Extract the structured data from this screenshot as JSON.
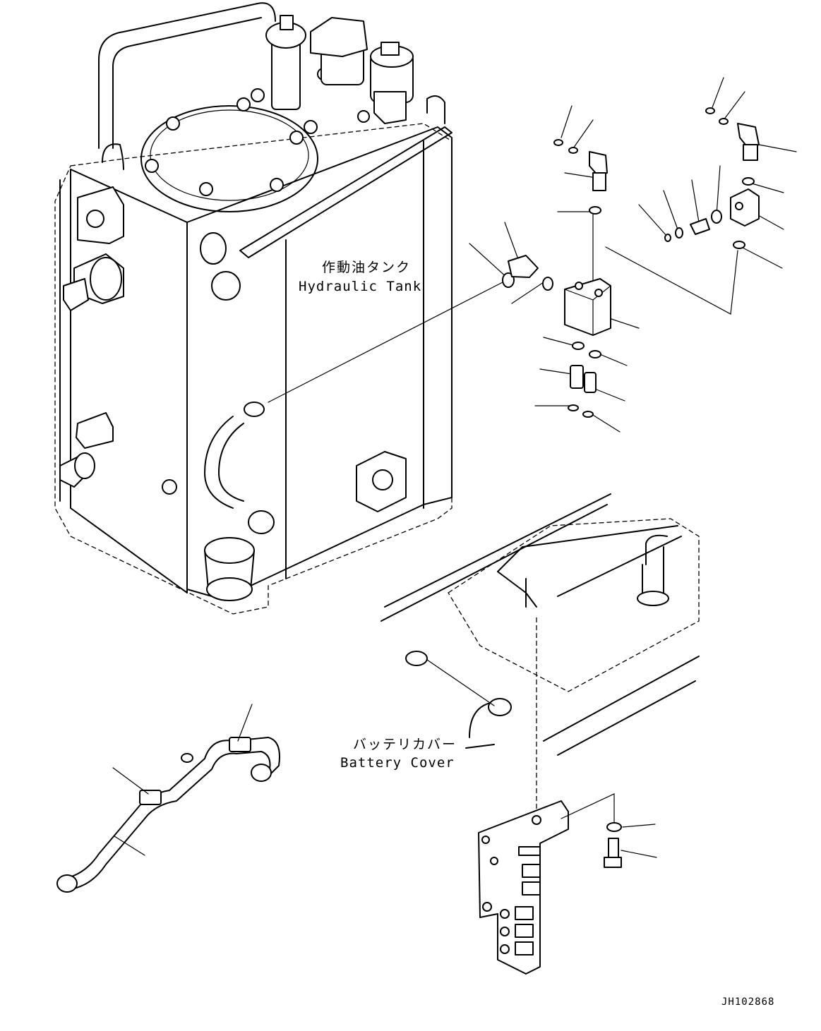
{
  "labels": {
    "hydraulic_tank_jp": "作動油タンク",
    "hydraulic_tank_en": "Hydraulic Tank",
    "battery_cover_jp": "バッテリカバー",
    "battery_cover_en": "Battery Cover"
  },
  "drawing_code": "JH102868"
}
